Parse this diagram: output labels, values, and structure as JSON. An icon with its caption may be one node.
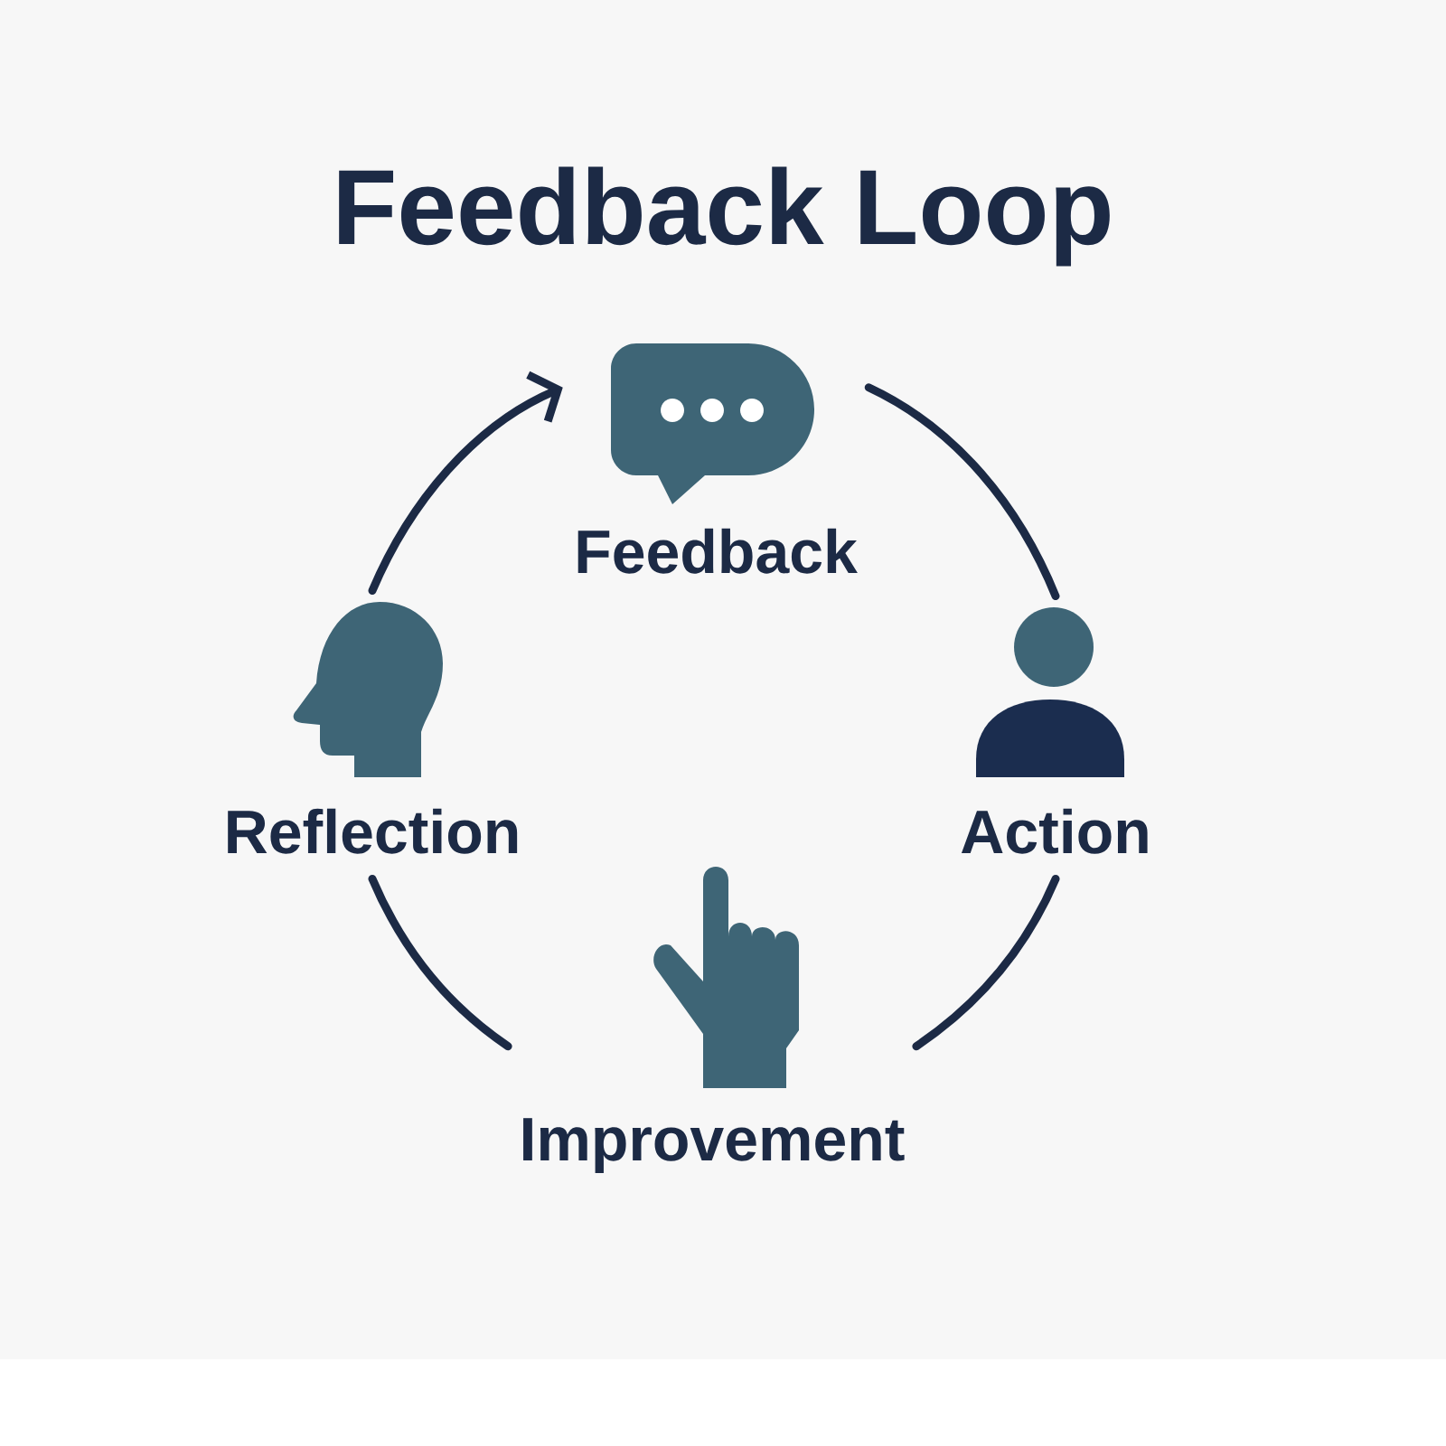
{
  "diagram": {
    "title": "Feedback Loop",
    "nodes": [
      {
        "text": [
          "Feedback"
        ]
      },
      {
        "text": [
          "Reflection"
        ]
      },
      {
        "text": [
          "Action"
        ]
      },
      {
        "text": [
          "Improvement"
        ]
      }
    ],
    "edges": [
      {
        "from": 1,
        "to": 0,
        "arrow": "to"
      },
      {
        "from": 0,
        "to": 2,
        "arrow": "none"
      },
      {
        "from": 2,
        "to": 3,
        "arrow": "none"
      },
      {
        "from": 3,
        "to": 1,
        "arrow": "none"
      }
    ]
  }
}
